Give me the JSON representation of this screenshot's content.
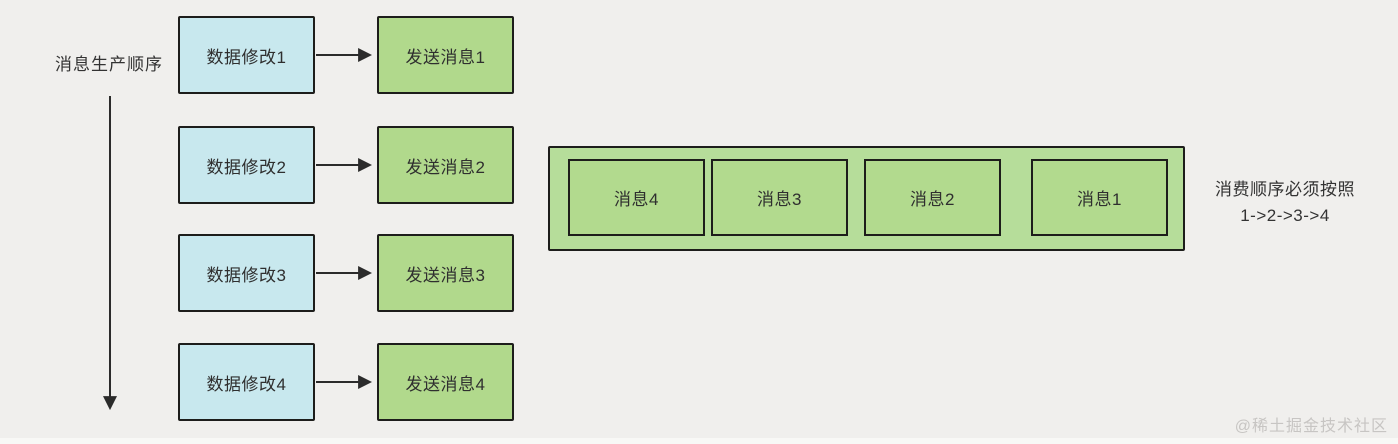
{
  "diagram": {
    "axis": {
      "label": "消息生产顺序"
    },
    "producer_rows": [
      {
        "source": "数据修改1",
        "target": "发送消息1"
      },
      {
        "source": "数据修改2",
        "target": "发送消息2"
      },
      {
        "source": "数据修改3",
        "target": "发送消息3"
      },
      {
        "source": "数据修改4",
        "target": "发送消息4"
      }
    ],
    "queue": {
      "items": [
        {
          "label": "消息4"
        },
        {
          "label": "消息3"
        },
        {
          "label": "消息2"
        },
        {
          "label": "消息1"
        }
      ]
    },
    "caption": {
      "line1": "消费顺序必须按照",
      "line2": "1->2->3->4"
    },
    "watermark": "@稀土掘金技术社区",
    "colors": {
      "background": "#f0efed",
      "source_box_fill": "#c8e8ee",
      "target_box_fill": "#b1d98c",
      "queue_container_fill": "#b6dd9a",
      "queue_item_fill": "#b2da8e",
      "border": "#1d1d1b",
      "text": "#2f2f2f",
      "watermark_text": "#c7c5c3"
    }
  }
}
